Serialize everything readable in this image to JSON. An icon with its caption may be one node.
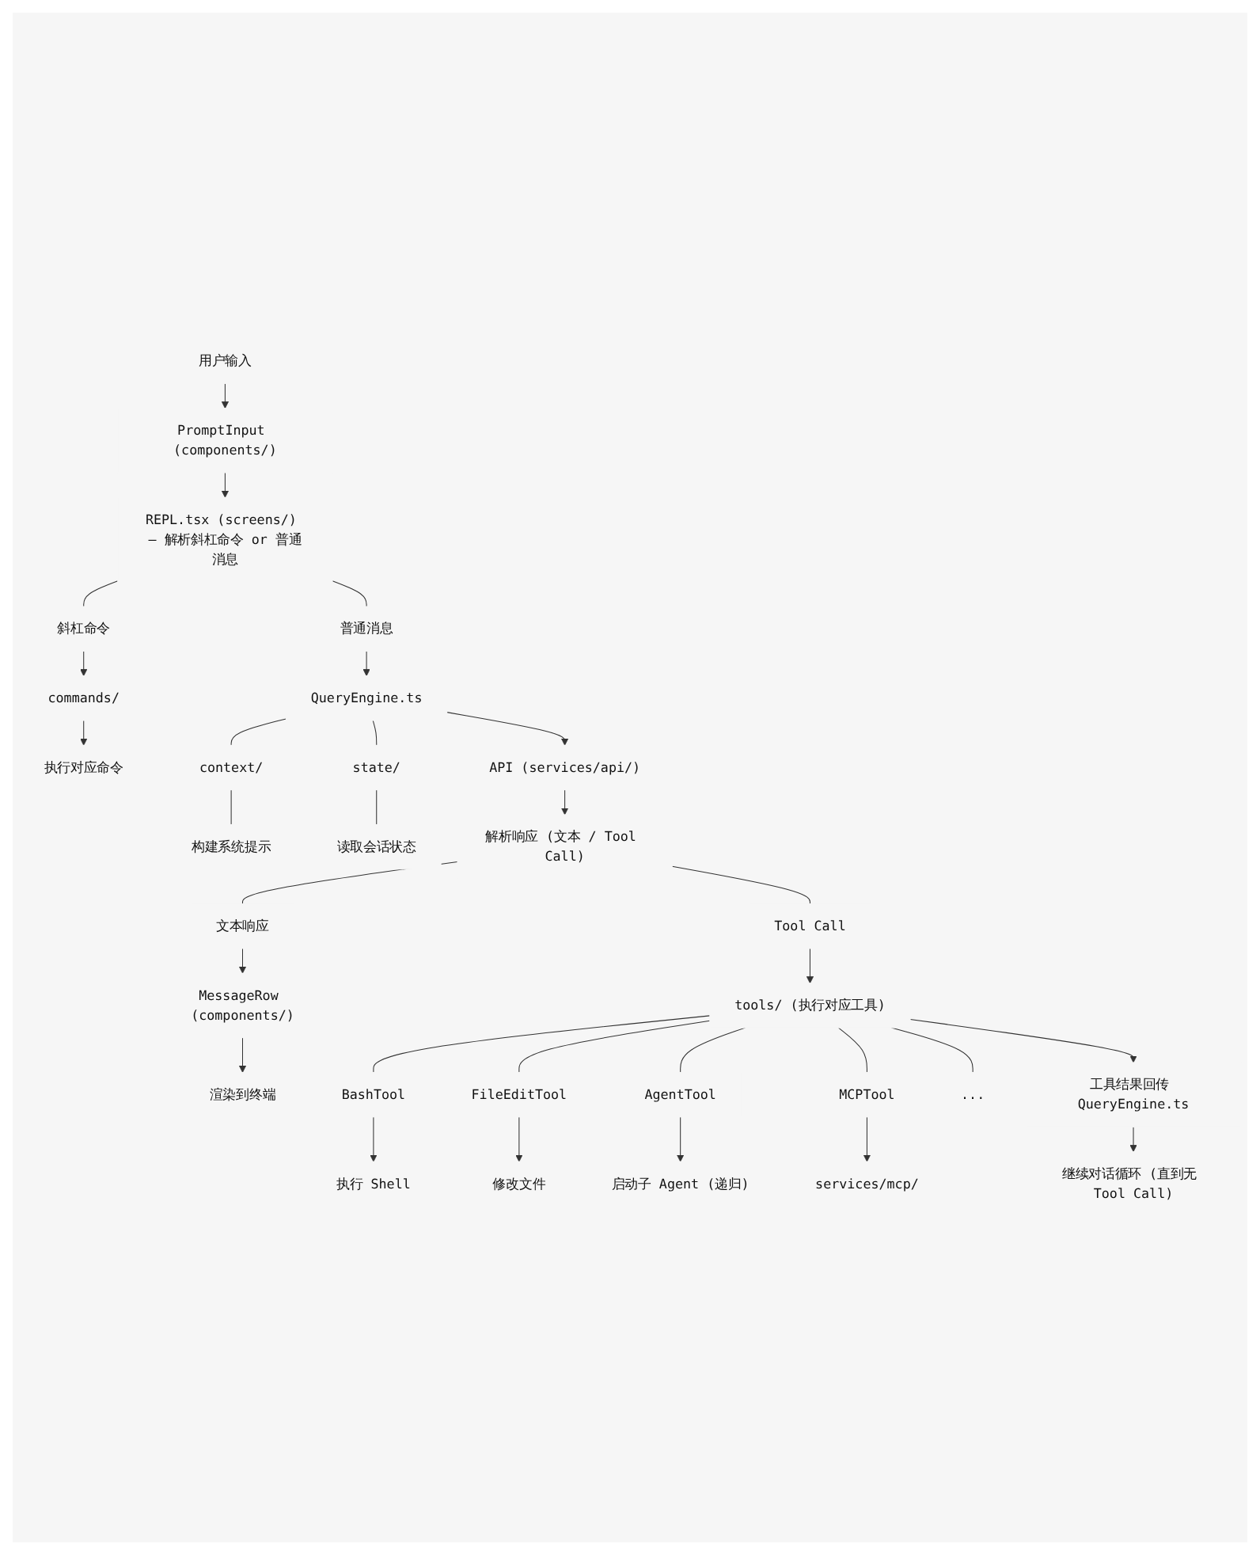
{
  "diagram": {
    "nodes": [
      {
        "text": [
          "用户输入"
        ]
      },
      {
        "text": [
          "PromptInput (components/)"
        ]
      },
      {
        "text": [
          "REPL.tsx (screens/) — 解析斜杠命令 or 普通消息"
        ]
      },
      {
        "text": [
          "斜杠命令"
        ]
      },
      {
        "text": [
          "commands/"
        ]
      },
      {
        "text": [
          "执行对应命令"
        ]
      },
      {
        "text": [
          "普通消息"
        ]
      },
      {
        "text": [
          "QueryEngine.ts"
        ]
      },
      {
        "text": [
          "context/"
        ]
      },
      {
        "text": [
          "构建系统提示"
        ]
      },
      {
        "text": [
          "state/"
        ]
      },
      {
        "text": [
          "读取会话状态"
        ]
      },
      {
        "text": [
          "API (services/api/)"
        ]
      },
      {
        "text": [
          "解析响应 (文本 / Tool Call)"
        ]
      },
      {
        "text": [
          "文本响应"
        ]
      },
      {
        "text": [
          "MessageRow (components/)"
        ]
      },
      {
        "text": [
          "渲染到终端"
        ]
      },
      {
        "text": [
          "Tool Call"
        ]
      },
      {
        "text": [
          "tools/ (执行对应工具)"
        ]
      },
      {
        "text": [
          "BashTool"
        ]
      },
      {
        "text": [
          "执行 Shell"
        ]
      },
      {
        "text": [
          "FileEditTool"
        ]
      },
      {
        "text": [
          "修改文件"
        ]
      },
      {
        "text": [
          "AgentTool"
        ]
      },
      {
        "text": [
          "启动子 Agent (递归)"
        ]
      },
      {
        "text": [
          "MCPTool"
        ]
      },
      {
        "text": [
          "services/mcp/"
        ]
      },
      {
        "text": [
          "..."
        ]
      },
      {
        "text": [
          "工具结果回传 QueryEngine.ts"
        ]
      },
      {
        "text": [
          "继续对话循环 (直到无 Tool Call)"
        ]
      }
    ],
    "edges": [
      {
        "from": 0,
        "to": 1,
        "arrow": "to"
      },
      {
        "from": 1,
        "to": 2,
        "arrow": "to"
      },
      {
        "from": 2,
        "to": 3,
        "arrow": "none"
      },
      {
        "from": 3,
        "to": 4,
        "arrow": "to"
      },
      {
        "from": 4,
        "to": 5,
        "arrow": "to"
      },
      {
        "from": 2,
        "to": 6,
        "arrow": "none"
      },
      {
        "from": 6,
        "to": 7,
        "arrow": "to"
      },
      {
        "from": 7,
        "to": 8,
        "arrow": "none"
      },
      {
        "from": 8,
        "to": 9,
        "arrow": "none"
      },
      {
        "from": 7,
        "to": 10,
        "arrow": "none"
      },
      {
        "from": 10,
        "to": 11,
        "arrow": "none"
      },
      {
        "from": 7,
        "to": 12,
        "arrow": "to"
      },
      {
        "from": 12,
        "to": 13,
        "arrow": "to"
      },
      {
        "from": 13,
        "to": 14,
        "arrow": "none"
      },
      {
        "from": 14,
        "to": 15,
        "arrow": "to"
      },
      {
        "from": 15,
        "to": 16,
        "arrow": "to"
      },
      {
        "from": 13,
        "to": 17,
        "arrow": "none"
      },
      {
        "from": 17,
        "to": 18,
        "arrow": "to"
      },
      {
        "from": 18,
        "to": 19,
        "arrow": "none"
      },
      {
        "from": 19,
        "to": 20,
        "arrow": "to"
      },
      {
        "from": 18,
        "to": 21,
        "arrow": "none"
      },
      {
        "from": 21,
        "to": 22,
        "arrow": "to"
      },
      {
        "from": 18,
        "to": 23,
        "arrow": "none"
      },
      {
        "from": 23,
        "to": 24,
        "arrow": "to"
      },
      {
        "from": 18,
        "to": 25,
        "arrow": "none"
      },
      {
        "from": 25,
        "to": 26,
        "arrow": "to"
      },
      {
        "from": 18,
        "to": 27,
        "arrow": "none"
      },
      {
        "from": 18,
        "to": 28,
        "arrow": "to"
      },
      {
        "from": 28,
        "to": 29,
        "arrow": "to"
      }
    ]
  }
}
